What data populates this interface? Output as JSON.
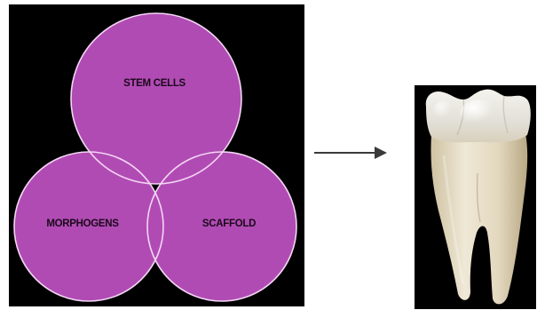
{
  "diagram": {
    "venn": {
      "background_color": "#000000",
      "circle_fill": "#b14bb4",
      "circle_stroke": "#f3d6f3",
      "circles": [
        {
          "id": "stem-cells",
          "label": "STEM CELLS"
        },
        {
          "id": "morphogens",
          "label": "MORPHOGENS"
        },
        {
          "id": "scaffold",
          "label": "SCAFFOLD"
        }
      ]
    },
    "arrow": {
      "color": "#3a3a3a",
      "icon": "arrow-right-icon"
    },
    "result": {
      "icon": "tooth-icon",
      "background_color": "#000000"
    }
  }
}
